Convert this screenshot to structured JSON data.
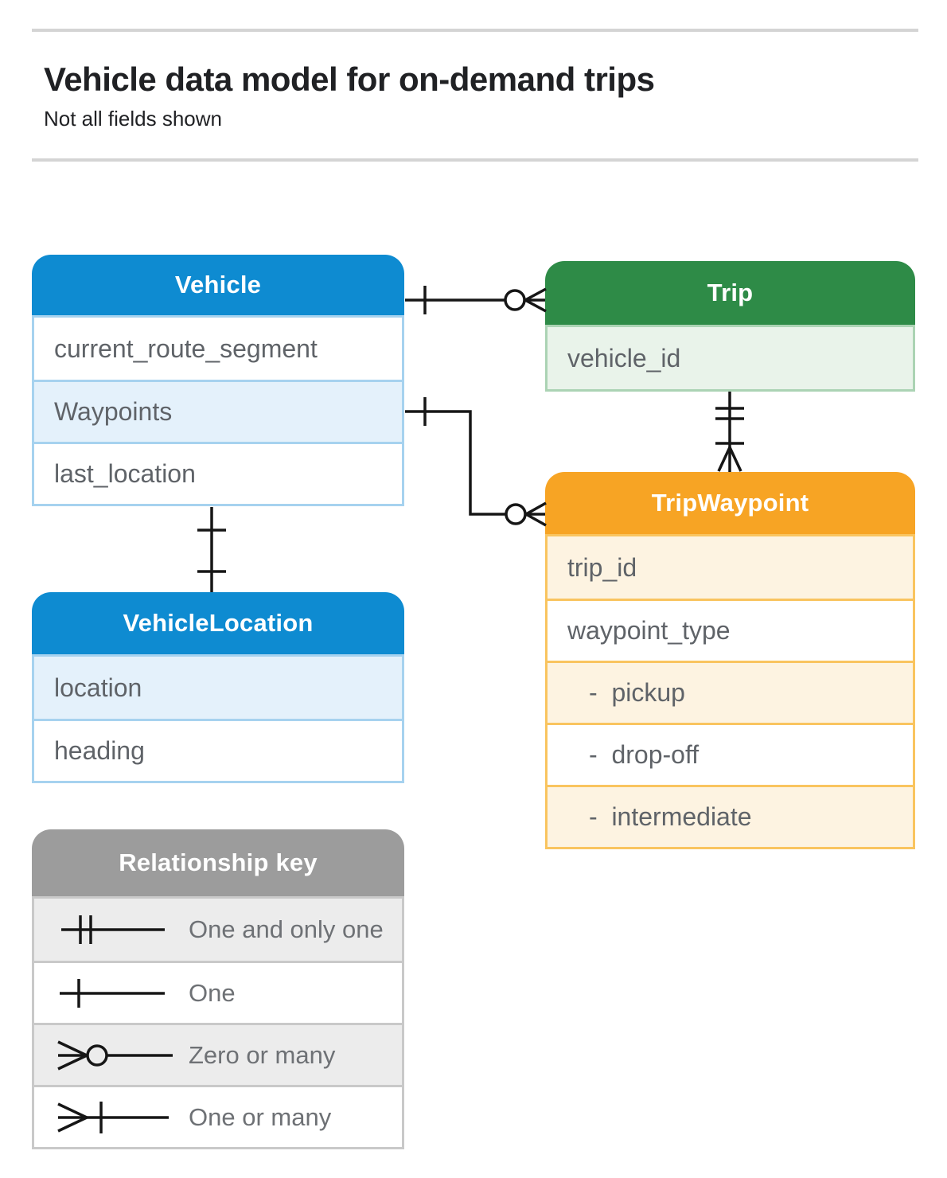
{
  "page": {
    "title": "Vehicle data model for on-demand trips",
    "subtitle": "Not all fields shown"
  },
  "entities": [
    {
      "id": "vehicle",
      "name": "Vehicle",
      "fields": [
        {
          "label": "current_route_segment",
          "tinted": false,
          "indent": false
        },
        {
          "label": "Waypoints",
          "tinted": true,
          "indent": false
        },
        {
          "label": "last_location",
          "tinted": false,
          "indent": false
        }
      ]
    },
    {
      "id": "trip",
      "name": "Trip",
      "fields": [
        {
          "label": "vehicle_id",
          "tinted": true,
          "indent": false
        }
      ]
    },
    {
      "id": "trip-waypoint",
      "name": "TripWaypoint",
      "fields": [
        {
          "label": "trip_id",
          "tinted": true,
          "indent": false
        },
        {
          "label": "waypoint_type",
          "tinted": false,
          "indent": false
        },
        {
          "label": "-  pickup",
          "tinted": true,
          "indent": true
        },
        {
          "label": "-  drop-off",
          "tinted": false,
          "indent": true
        },
        {
          "label": "-  intermediate",
          "tinted": true,
          "indent": true
        }
      ]
    },
    {
      "id": "vehicle-location",
      "name": "VehicleLocation",
      "fields": [
        {
          "label": "location",
          "tinted": true,
          "indent": false
        },
        {
          "label": "heading",
          "tinted": false,
          "indent": false
        }
      ]
    }
  ],
  "legend": {
    "title": "Relationship key",
    "items": [
      {
        "label": "One and only one",
        "symbol": "one-and-only-one",
        "tinted": true
      },
      {
        "label": "One",
        "symbol": "one",
        "tinted": false
      },
      {
        "label": "Zero or many",
        "symbol": "zero-or-many",
        "tinted": true
      },
      {
        "label": "One or many",
        "symbol": "one-or-many",
        "tinted": false
      }
    ]
  },
  "relationships": [
    {
      "from": "Vehicle",
      "to": "Trip",
      "from_cardinality": "one",
      "to_cardinality": "zero-or-many"
    },
    {
      "from": "Vehicle.Waypoints",
      "to": "TripWaypoint",
      "from_cardinality": "one",
      "to_cardinality": "zero-or-many"
    },
    {
      "from": "Trip",
      "to": "TripWaypoint",
      "from_cardinality": "one-and-only-one",
      "to_cardinality": "one-or-many"
    },
    {
      "from": "Vehicle",
      "to": "VehicleLocation",
      "from_cardinality": "one",
      "to_cardinality": "one"
    }
  ],
  "colors": {
    "blue": "#0e8bd1",
    "blue-border": "#a6d2ef",
    "blue-tint": "#e4f1fb",
    "green": "#2e8b47",
    "green-border": "#abd3b4",
    "green-tint": "#e9f3ea",
    "orange": "#f7a424",
    "orange-border": "#f9c45f",
    "orange-tint": "#fdf3e1",
    "gray": "#9c9c9c",
    "gray-border": "#c9c9c9",
    "gray-tint": "#ececec",
    "field-text": "#5f6368",
    "legend-text": "#6e7175",
    "title": "#202124",
    "line": "#161616",
    "rule": "#d4d4d4"
  }
}
